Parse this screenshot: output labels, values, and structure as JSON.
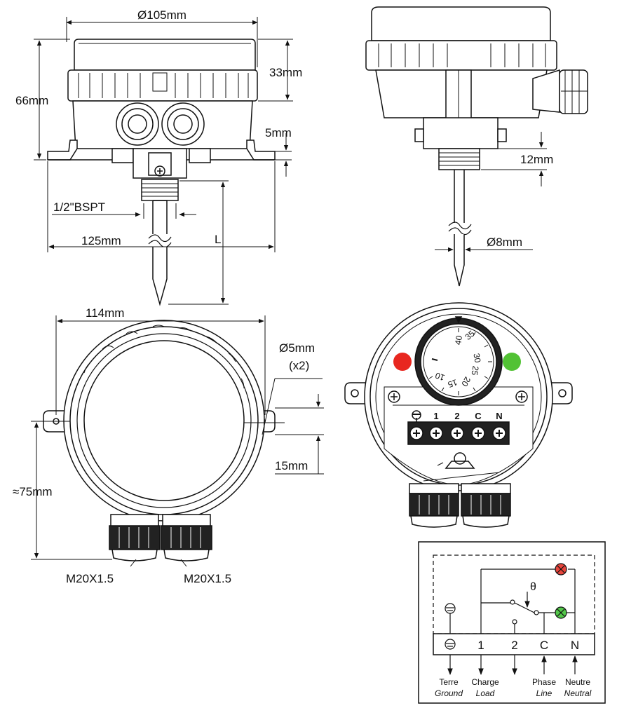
{
  "dimensions": {
    "diameter_105": "Ø105mm",
    "height_33": "33mm",
    "height_66": "66mm",
    "height_5": "5mm",
    "thread_bspt": "1/2\"BSPT",
    "width_125": "125mm",
    "length_L": "L",
    "height_12": "12mm",
    "diameter_8": "Ø8mm",
    "width_114": "114mm",
    "hole_5": "Ø5mm",
    "hole_count": "(x2)",
    "offset_15": "15mm",
    "height_75": "≈75mm",
    "gland_left": "M20X1.5",
    "gland_right": "M20X1.5"
  },
  "dial": {
    "scale": [
      "40",
      "35",
      "30",
      "25",
      "20",
      "15",
      "10"
    ]
  },
  "terminals_top": [
    "1",
    "2",
    "C",
    "N"
  ],
  "wiring": {
    "theta": "θ",
    "terminals": [
      "1",
      "2",
      "C",
      "N"
    ],
    "labels": {
      "ground_fr": "Terre",
      "ground_en": "Ground",
      "load_fr": "Charge",
      "load_en": "Load",
      "line_fr": "Phase",
      "line_en": "Line",
      "neutral_fr": "Neutre",
      "neutral_en": "Neutral"
    },
    "colors": {
      "red_lamp": "#e8453c",
      "green_lamp": "#53c84a"
    }
  },
  "indicator_colors": {
    "red": "#e8271f",
    "green": "#52c234"
  }
}
